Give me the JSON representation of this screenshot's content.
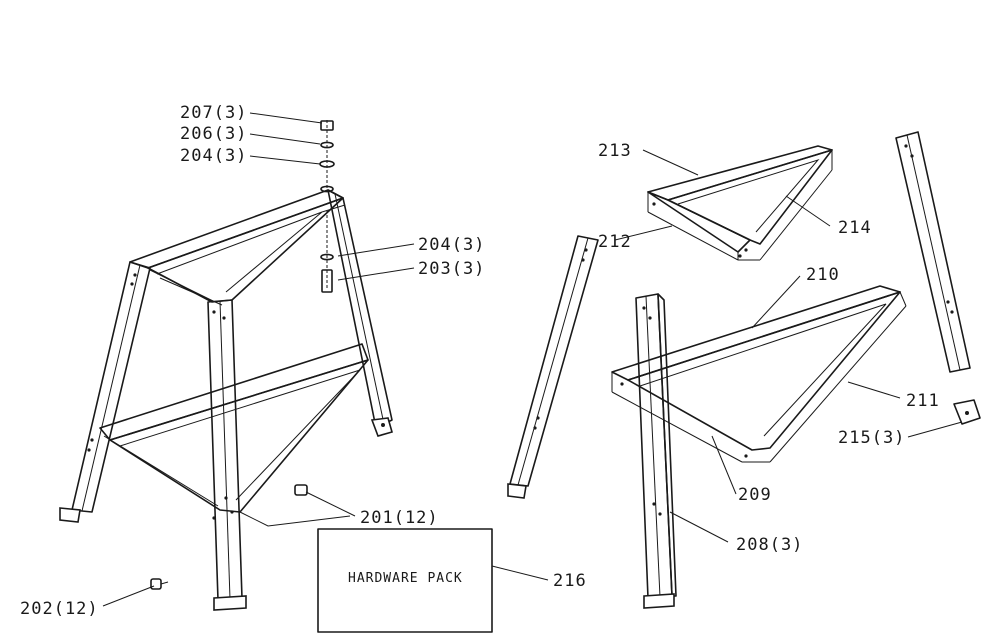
{
  "callouts": {
    "c207": "207(3)",
    "c206": "206(3)",
    "c204_top": "204(3)",
    "c204_mid": "204(3)",
    "c203": "203(3)",
    "c201": "201(12)",
    "c202": "202(12)",
    "c213": "213",
    "c212": "212",
    "c214": "214",
    "c210": "210",
    "c211": "211",
    "c215": "215(3)",
    "c209": "209",
    "c208": "208(3)",
    "c216": "216"
  },
  "hardware_pack": {
    "label": "HARDWARE PACK"
  },
  "colors": {
    "line": "#1a1a1a",
    "background": "#ffffff"
  }
}
